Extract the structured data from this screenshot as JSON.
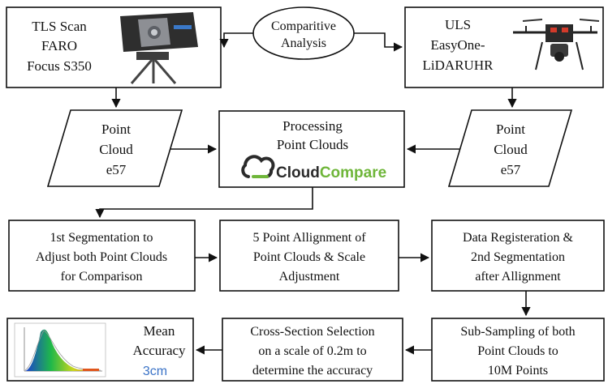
{
  "colors": {
    "stroke": "#111111",
    "cloudcompare_dark": "#2b2b2b",
    "cloudcompare_green": "#6fb63a",
    "accuracy_value": "#3b73c7"
  },
  "nodes": {
    "tls_scan": {
      "lines": [
        "TLS Scan",
        "FARO",
        "Focus S350"
      ],
      "icon": "laser-scanner-icon"
    },
    "comparative_analysis": {
      "lines": [
        "Comparitive",
        "Analysis"
      ]
    },
    "uls": {
      "lines": [
        "ULS",
        "EasyOne-",
        "LiDARUHR"
      ],
      "icon": "drone-icon"
    },
    "point_cloud_left": {
      "lines": [
        "Point",
        "Cloud",
        "e57"
      ]
    },
    "processing": {
      "lines": [
        "Processing",
        "Point Clouds"
      ],
      "logo_text_1": "Cloud",
      "logo_text_2": "Compare",
      "icon": "cloudcompare-logo-icon"
    },
    "point_cloud_right": {
      "lines": [
        "Point",
        "Cloud",
        "e57"
      ]
    },
    "segmentation_1": {
      "lines": [
        "1st Segmentation to",
        "Adjust both Point Clouds",
        "for Comparison"
      ]
    },
    "alignment": {
      "lines": [
        "5 Point Allignment of",
        "Point Clouds & Scale",
        "Adjustment"
      ]
    },
    "registration": {
      "lines": [
        "Data Registeration &",
        "2nd Segmentation",
        "after Allignment"
      ]
    },
    "accuracy": {
      "lines": [
        "Mean",
        "Accuracy"
      ],
      "value": "3cm",
      "icon": "histogram-icon"
    },
    "cross_section": {
      "lines": [
        "Cross-Section Selection",
        "on a scale of 0.2m to",
        "determine the accuracy"
      ]
    },
    "subsampling": {
      "lines": [
        "Sub-Sampling of both",
        "Point Clouds to",
        "10M Points"
      ]
    }
  }
}
